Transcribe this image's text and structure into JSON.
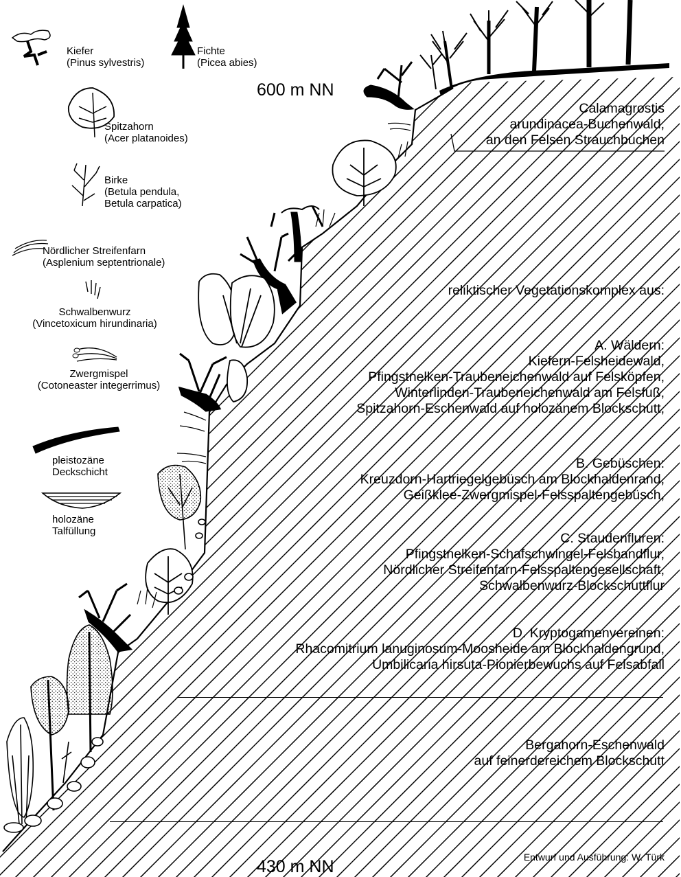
{
  "legend": {
    "kiefer": [
      "Kiefer",
      "(Pinus sylvestris)"
    ],
    "fichte": [
      "Fichte",
      "(Picea abies)"
    ],
    "spitzahorn": [
      "Spitzahorn",
      "(Acer platanoides)"
    ],
    "birke": [
      "Birke",
      "(Betula pendula,",
      "Betula carpatica)"
    ],
    "streifenfarn": [
      "Nördlicher Streifenfarn",
      "(Asplenium septentrionale)"
    ],
    "schwalbenwurz": [
      "Schwalbenwurz",
      "(Vincetoxicum hirundinaria)"
    ],
    "zwergmispel": [
      "Zwergmispel",
      "(Cotoneaster integerrimus)"
    ],
    "deckschicht": [
      "pleistozäne",
      "Deckschicht"
    ],
    "talfuellung": [
      "holozäne",
      "Talfüllung"
    ]
  },
  "elevation": {
    "top": "600 m NN",
    "bottom": "430 m NN"
  },
  "upper_forest": [
    "Calamagrostis",
    "arundinacea-Buchenwald,",
    "an den Felsen Strauchbuchen"
  ],
  "complex": {
    "intro": "reliktischer Vegetationskomplex aus:",
    "a": {
      "heading": "A. Wäldern:",
      "lines": [
        "Kiefern-Felsheidewald,",
        "Pfingstnelken-Traubeneichenwald auf Felsköpfen,",
        "Winterlinden-Traubeneichenwald am Felsfuß,",
        "Spitzahorn-Eschenwald auf holozänem Blockschutt,"
      ]
    },
    "b": {
      "heading": "B. Gebüschen:",
      "lines": [
        "Kreuzdorn-Hartriegelgebüsch am Blockhaldenrand,",
        "Geißklee-Zwergmispel-Felsspaltengebüsch,"
      ]
    },
    "c": {
      "heading": "C. Staudenfluren:",
      "lines": [
        "Pfingstnelken-Schafschwingel-Felsbandflur,",
        "Nördlicher Streifenfarn-Felsspaltengesellschaft,",
        "Schwalbenwurz-Blockschuttflur"
      ]
    },
    "d": {
      "heading": "D. Kryptogamenvereinen:",
      "lines": [
        "Rhacomitrium lanuginosum-Moosheide am Blockhaldengrund,",
        "Umbilicaria hirsuta-Pionierbewuchs auf Felsabfall"
      ]
    }
  },
  "lower_forest": [
    "Bergahorn-Eschenwald",
    "auf feinerdereichem Blockschutt"
  ],
  "credit": "Entwurf und Ausführung: W. Türk"
}
